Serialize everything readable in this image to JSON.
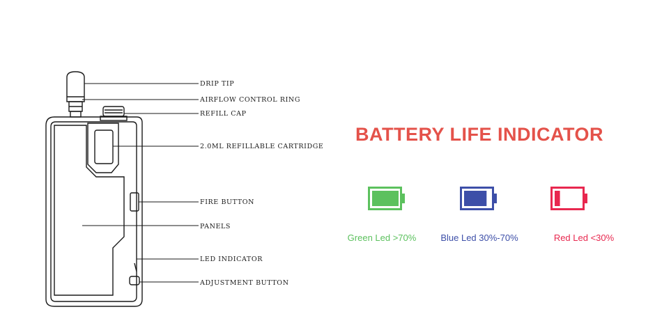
{
  "callouts": {
    "drip_tip": "DRIP TIP",
    "airflow_ring": "AIRFLOW CONTROL RING",
    "refill_cap": "REFILL CAP",
    "cartridge": "2.0ML REFILLABLE CARTRIDGE",
    "fire_button": "FIRE BUTTON",
    "panels": "PANELS",
    "led_indicator": "LED INDICATOR",
    "adjustment_button": "ADJUSTMENT BUTTON"
  },
  "battery": {
    "title": "BATTERY LIFE INDICATOR",
    "levels": [
      {
        "label": "Green Led >70%",
        "color": "#5cc15e",
        "fill": 1.0,
        "icon": "battery-full-icon"
      },
      {
        "label": "Blue Led 30%-70%",
        "color": "#3d4fa8",
        "fill": 0.85,
        "icon": "battery-medium-icon"
      },
      {
        "label": "Red Led <30%",
        "color": "#e8284f",
        "fill": 0.2,
        "icon": "battery-low-icon"
      }
    ]
  }
}
